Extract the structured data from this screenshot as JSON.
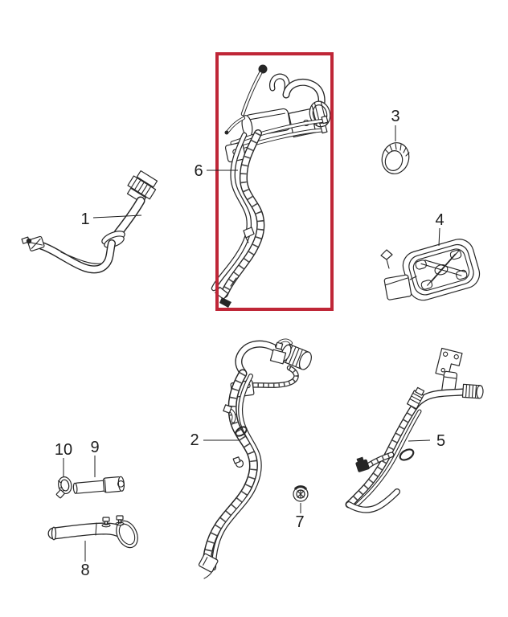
{
  "diagram": {
    "background": "#ffffff",
    "line_color": "#262626",
    "highlight": {
      "color": "#bf2637",
      "around_callout": "6"
    },
    "callouts": [
      {
        "label": "1"
      },
      {
        "label": "2"
      },
      {
        "label": "3"
      },
      {
        "label": "4"
      },
      {
        "label": "5"
      },
      {
        "label": "6"
      },
      {
        "label": "7"
      },
      {
        "label": "8"
      },
      {
        "label": "9"
      },
      {
        "label": "10"
      }
    ]
  }
}
